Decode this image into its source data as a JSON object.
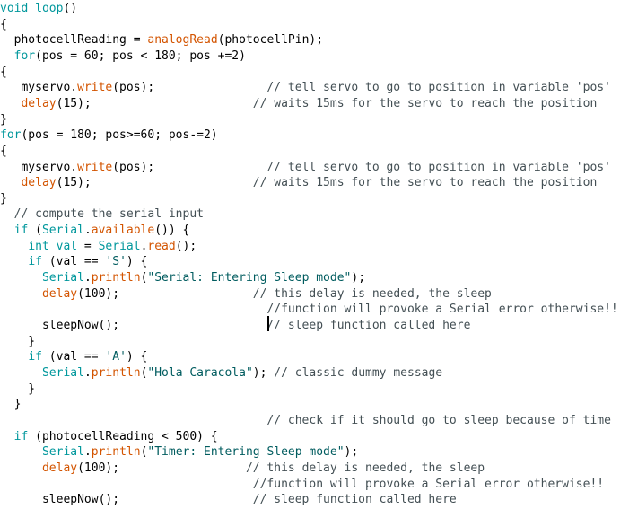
{
  "colors": {
    "keyword": "#00979c",
    "function": "#d35400",
    "string": "#005c5f",
    "comment": "#434f54",
    "plain": "#000000",
    "background": "#ffffff"
  },
  "code_lines": [
    [
      [
        "kw",
        "void"
      ],
      [
        "p",
        " "
      ],
      [
        "kw",
        "loop"
      ],
      [
        "p",
        "()"
      ]
    ],
    [
      [
        "p",
        "{"
      ]
    ],
    [
      [
        "p",
        "  photocellReading = "
      ],
      [
        "fn",
        "analogRead"
      ],
      [
        "p",
        "(photocellPin);"
      ]
    ],
    [
      [
        "p",
        "  "
      ],
      [
        "kw",
        "for"
      ],
      [
        "p",
        "(pos = 60; pos < 180; pos +=2)"
      ]
    ],
    [
      [
        "p",
        "{"
      ]
    ],
    [
      [
        "p",
        "   myservo."
      ],
      [
        "fn",
        "write"
      ],
      [
        "p",
        "(pos);                "
      ],
      [
        "c",
        "// tell servo to go to position in variable 'pos'"
      ]
    ],
    [
      [
        "p",
        "   "
      ],
      [
        "fn",
        "delay"
      ],
      [
        "p",
        "(15);                       "
      ],
      [
        "c",
        "// waits 15ms for the servo to reach the position"
      ]
    ],
    [
      [
        "p",
        "}"
      ]
    ],
    [
      [
        "kw",
        "for"
      ],
      [
        "p",
        "(pos = 180; pos>=60; pos-=2)"
      ]
    ],
    [
      [
        "p",
        "{"
      ]
    ],
    [
      [
        "p",
        "   myservo."
      ],
      [
        "fn",
        "write"
      ],
      [
        "p",
        "(pos);                "
      ],
      [
        "c",
        "// tell servo to go to position in variable 'pos'"
      ]
    ],
    [
      [
        "p",
        "   "
      ],
      [
        "fn",
        "delay"
      ],
      [
        "p",
        "(15);                       "
      ],
      [
        "c",
        "// waits 15ms for the servo to reach the position"
      ]
    ],
    [
      [
        "p",
        "}"
      ]
    ],
    [
      [
        "p",
        "  "
      ],
      [
        "c",
        "// compute the serial input"
      ]
    ],
    [
      [
        "p",
        "  "
      ],
      [
        "kw",
        "if"
      ],
      [
        "p",
        " ("
      ],
      [
        "kw",
        "Serial"
      ],
      [
        "p",
        "."
      ],
      [
        "fn",
        "available"
      ],
      [
        "p",
        "()) {"
      ]
    ],
    [
      [
        "p",
        "    "
      ],
      [
        "kw",
        "int"
      ],
      [
        "p",
        " "
      ],
      [
        "kw",
        "val"
      ],
      [
        "p",
        " = "
      ],
      [
        "kw",
        "Serial"
      ],
      [
        "p",
        "."
      ],
      [
        "fn",
        "read"
      ],
      [
        "p",
        "();"
      ]
    ],
    [
      [
        "p",
        "    "
      ],
      [
        "kw",
        "if"
      ],
      [
        "p",
        " (val == "
      ],
      [
        "s",
        "'S'"
      ],
      [
        "p",
        ") {"
      ]
    ],
    [
      [
        "p",
        "      "
      ],
      [
        "kw",
        "Serial"
      ],
      [
        "p",
        "."
      ],
      [
        "fn",
        "println"
      ],
      [
        "p",
        "("
      ],
      [
        "s",
        "\"Serial: Entering Sleep mode\""
      ],
      [
        "p",
        ");"
      ]
    ],
    [
      [
        "p",
        "      "
      ],
      [
        "fn",
        "delay"
      ],
      [
        "p",
        "(100);                   "
      ],
      [
        "c",
        "// this delay is needed, the sleep"
      ]
    ],
    [
      [
        "p",
        "                                      "
      ],
      [
        "c",
        "//function will provoke a Serial error otherwise!!"
      ]
    ],
    [
      [
        "p",
        "      sleepNow();                     "
      ],
      [
        "c",
        "// sleep function called here"
      ]
    ],
    [
      [
        "p",
        "    }"
      ]
    ],
    [
      [
        "p",
        "    "
      ],
      [
        "kw",
        "if"
      ],
      [
        "p",
        " (val == "
      ],
      [
        "s",
        "'A'"
      ],
      [
        "p",
        ") {"
      ]
    ],
    [
      [
        "p",
        "      "
      ],
      [
        "kw",
        "Serial"
      ],
      [
        "p",
        "."
      ],
      [
        "fn",
        "println"
      ],
      [
        "p",
        "("
      ],
      [
        "s",
        "\"Hola Caracola\""
      ],
      [
        "p",
        "); "
      ],
      [
        "c",
        "// classic dummy message"
      ]
    ],
    [
      [
        "p",
        "    }"
      ]
    ],
    [
      [
        "p",
        "  }"
      ]
    ],
    [
      [
        "p",
        "                                      "
      ],
      [
        "c",
        "// check if it should go to sleep because of time"
      ]
    ],
    [
      [
        "p",
        "  "
      ],
      [
        "kw",
        "if"
      ],
      [
        "p",
        " (photocellReading < 500) {"
      ]
    ],
    [
      [
        "p",
        "      "
      ],
      [
        "kw",
        "Serial"
      ],
      [
        "p",
        "."
      ],
      [
        "fn",
        "println"
      ],
      [
        "p",
        "("
      ],
      [
        "s",
        "\"Timer: Entering Sleep mode\""
      ],
      [
        "p",
        ");"
      ]
    ],
    [
      [
        "p",
        "      "
      ],
      [
        "fn",
        "delay"
      ],
      [
        "p",
        "(100);                  "
      ],
      [
        "c",
        "// this delay is needed, the sleep"
      ]
    ],
    [
      [
        "p",
        "                                    "
      ],
      [
        "c",
        "//function will provoke a Serial error otherwise!!"
      ]
    ],
    [
      [
        "p",
        "      sleepNow();                   "
      ],
      [
        "c",
        "// sleep function called here"
      ]
    ]
  ]
}
